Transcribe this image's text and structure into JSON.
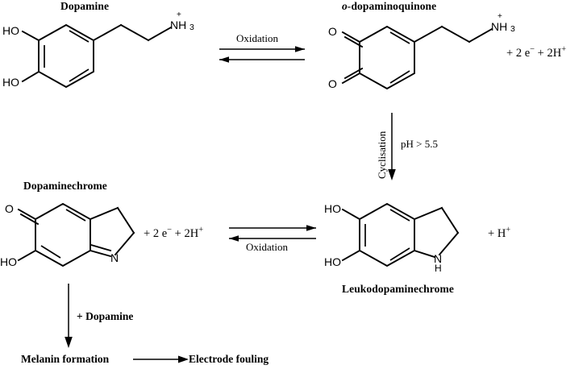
{
  "figure": {
    "type": "chemical-reaction-scheme",
    "title_visible": false,
    "background_color": "#ffffff",
    "line_color": "#000000"
  },
  "compounds": {
    "dopamine": {
      "name": "Dopamine",
      "substituents": [
        "HO",
        "HO",
        "NH3"
      ],
      "charge_label": "+",
      "ring": "benzene",
      "side_chain": "ethylammonium"
    },
    "dopaminoquinone": {
      "prefix_italic": "o-",
      "name": "dopaminoquinone",
      "full_name": "o-dopaminoquinone",
      "substituents": [
        "O",
        "O",
        "NH3"
      ],
      "charge_label": "+",
      "ring": "ortho-quinone",
      "side_chain": "ethylammonium"
    },
    "dopaminechrome": {
      "name": "Dopaminechrome",
      "substituents": [
        "O",
        "HO",
        "N"
      ],
      "ring": "indolinone-bicyclic"
    },
    "leukodopaminechrome": {
      "name": "Leukodopaminechrome",
      "substituents": [
        "HO",
        "HO",
        "N",
        "H"
      ],
      "ring": "indoline-bicyclic"
    }
  },
  "reactions": {
    "top": {
      "condition_label": "Oxidation",
      "arrow_type": "equilibrium",
      "byproducts_label": "+ 2 e− + 2H+",
      "byproducts_parts": {
        "plus1": "+",
        "electrons": "2 e",
        "electron_charge": "−",
        "plus2": "+",
        "protons": "2H",
        "proton_charge": "+"
      }
    },
    "cyclisation": {
      "label": "Cyclisation",
      "condition_label": "pH > 5.5",
      "arrow_type": "single-down"
    },
    "bottom": {
      "condition_label": "Oxidation",
      "arrow_type": "equilibrium",
      "byproducts_parts": {
        "plus1": "+",
        "electrons": "2 e",
        "electron_charge": "−",
        "plus2": "+",
        "protons": "2H",
        "proton_charge": "+"
      },
      "right_byproduct": {
        "plus": "+",
        "species": "H",
        "charge": "+"
      }
    },
    "polymerisation": {
      "condition_label": "+ Dopamine",
      "arrow_type": "single-down",
      "product": "Melanin formation",
      "consequence": "Electrode fouling",
      "consequence_arrow": "single-right"
    }
  },
  "atom_labels": {
    "HO": "HO",
    "O": "O",
    "N": "N",
    "H": "H",
    "NH3": "NH",
    "NH3_sub": "3",
    "plus": "+"
  }
}
